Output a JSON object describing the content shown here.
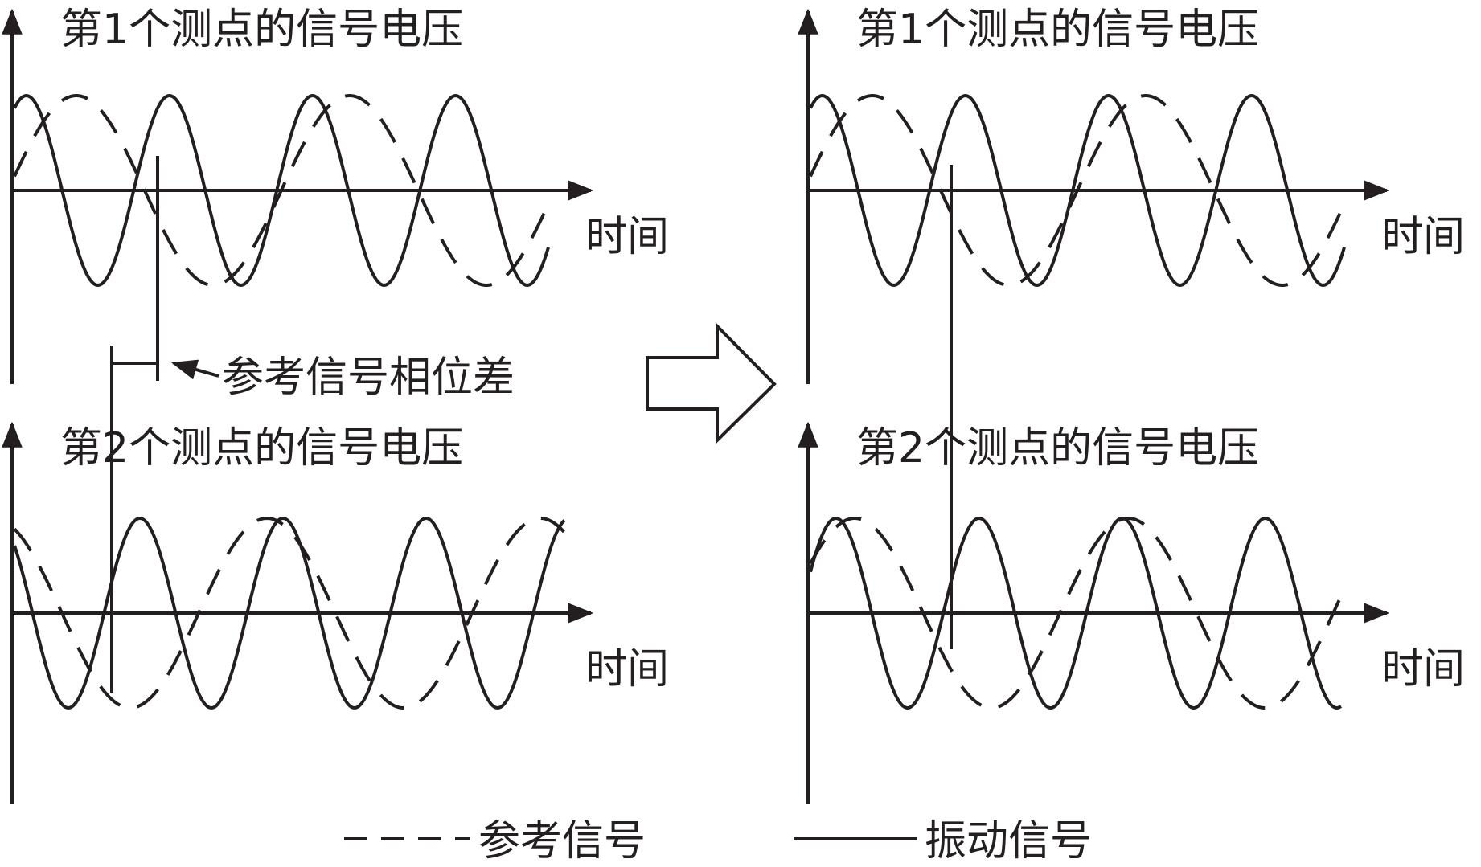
{
  "panels": [
    {
      "title": "第1个测点的信号电压",
      "x_label": "时间"
    },
    {
      "title": "第2个测点的信号电压",
      "x_label": "时间"
    },
    {
      "title": "第1个测点的信号电压",
      "x_label": "时间"
    },
    {
      "title": "第2个测点的信号电压",
      "x_label": "时间"
    }
  ],
  "annotation": "参考信号相位差",
  "legend": {
    "reference": "参考信号",
    "vibration": "振动信号"
  },
  "colors": {
    "ink": "#231f20",
    "background": "#ffffff"
  },
  "icons": {
    "transform_arrow": "hollow-right-arrow"
  }
}
